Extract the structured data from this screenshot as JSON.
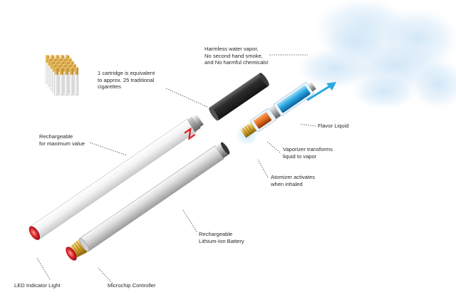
{
  "labels": {
    "vapor": "Harmless water vapor,\nNo second hand smoke,\nand No harmful chemicals!",
    "cartridge": "1 cartridge is equivalent\nto approx. 25 traditional\ncigarettes",
    "rechargeable": "Rechargeable\nfor maximum value",
    "flavor": "Flavor Liquid",
    "vaporizer": "Vaporizer transforms\nliquid to vapor",
    "atomizer": "Atomizer activates\nwhen inhaled",
    "battery": "Rechargeable\nLithium-Ion Battery",
    "led": "LED Indicator Light",
    "microchip": "Microchip Controller"
  },
  "colors": {
    "led_red": "#d9202a",
    "flavor_blue": "#2aa7e0",
    "atomizer_gold": "#d4a62a",
    "vaporizer_orange": "#e46a1c",
    "cartridge_black": "#2a2a2a",
    "logo_red": "#d62027"
  },
  "icons": {
    "cigarette_bundle": "cigarette-bundle-icon",
    "logo": "z-logo-icon",
    "airflow_arrow": "airflow-arrow-icon"
  }
}
